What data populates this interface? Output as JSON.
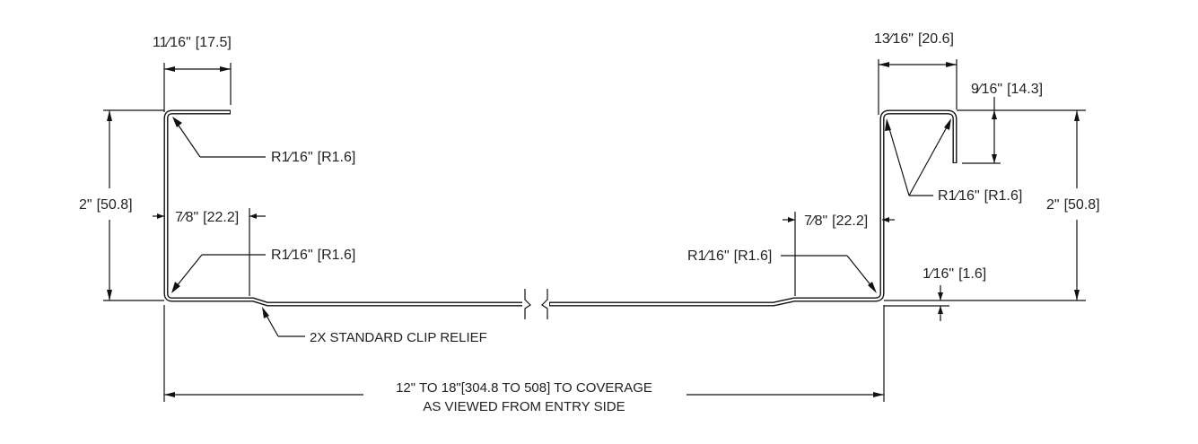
{
  "drawing": {
    "title": "Panel profile section",
    "left_flange": {
      "width_frac": "11⁄16",
      "width_in": "\"",
      "width_mm": "[17.5]",
      "radius_top_prefix": "R",
      "radius_top_frac": "1⁄16",
      "radius_top_in": "\"",
      "radius_top_mm": "[R1.6]",
      "height_in": "2\"",
      "height_mm": "[50.8]",
      "offset_frac": "7⁄8",
      "offset_in": "\"",
      "offset_mm": "[22.2]",
      "radius_bottom_prefix": "R",
      "radius_bottom_frac": "1⁄16",
      "radius_bottom_in": "\"",
      "radius_bottom_mm": "[R1.6]",
      "clip_relief_note": "2X STANDARD CLIP RELIEF"
    },
    "right_flange": {
      "width_frac": "13⁄16",
      "width_in": "\"",
      "width_mm": "[20.6]",
      "hook_frac": "9⁄16",
      "hook_in": "\"",
      "hook_mm": "[14.3]",
      "radius_top_prefix": "R",
      "radius_top_frac": "1⁄16",
      "radius_top_in": "\"",
      "radius_top_mm": "[R1.6]",
      "height_in": "2\"",
      "height_mm": "[50.8]",
      "offset_frac": "7⁄8",
      "offset_in": "\"",
      "offset_mm": "[22.2]",
      "radius_bottom_prefix": "R",
      "radius_bottom_frac": "1⁄16",
      "radius_bottom_in": "\"",
      "radius_bottom_mm": "[R1.6]",
      "offset_small_frac": "1⁄16",
      "offset_small_in": "\"",
      "offset_small_mm": "[1.6]"
    },
    "coverage": {
      "line1": "12\" TO 18\"[304.8 TO 508] TO  COVERAGE",
      "line2": "AS VIEWED FROM ENTRY SIDE"
    }
  }
}
